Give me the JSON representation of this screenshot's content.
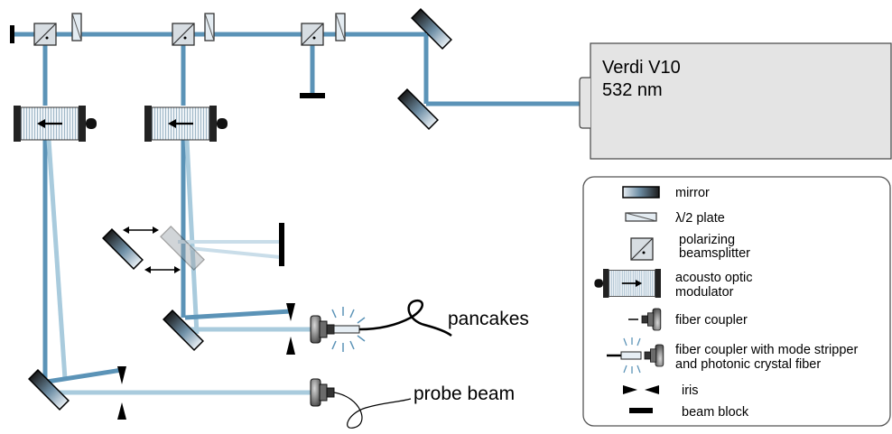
{
  "laser": {
    "name": "Verdi V10",
    "wavelength": "532 nm"
  },
  "outputs": {
    "pancakes": "pancakes",
    "probe": "probe beam"
  },
  "legend": {
    "mirror": "mirror",
    "half_wave_plate": "λ/2 plate",
    "pbs_line1": "polarizing",
    "pbs_line2": "beamsplitter",
    "aom_line1": "acousto optic",
    "aom_line2": "modulator",
    "fiber_coupler": "fiber coupler",
    "fc_mode_line1": "fiber coupler with mode stripper",
    "fc_mode_line2": "and photonic crystal fiber",
    "iris": "iris",
    "beam_block": "beam block"
  },
  "colors": {
    "beam": "#5b93b7",
    "beam_light": "#a9cbdd",
    "laser_box": "#e4e4e4",
    "legend_border": "#555555"
  }
}
